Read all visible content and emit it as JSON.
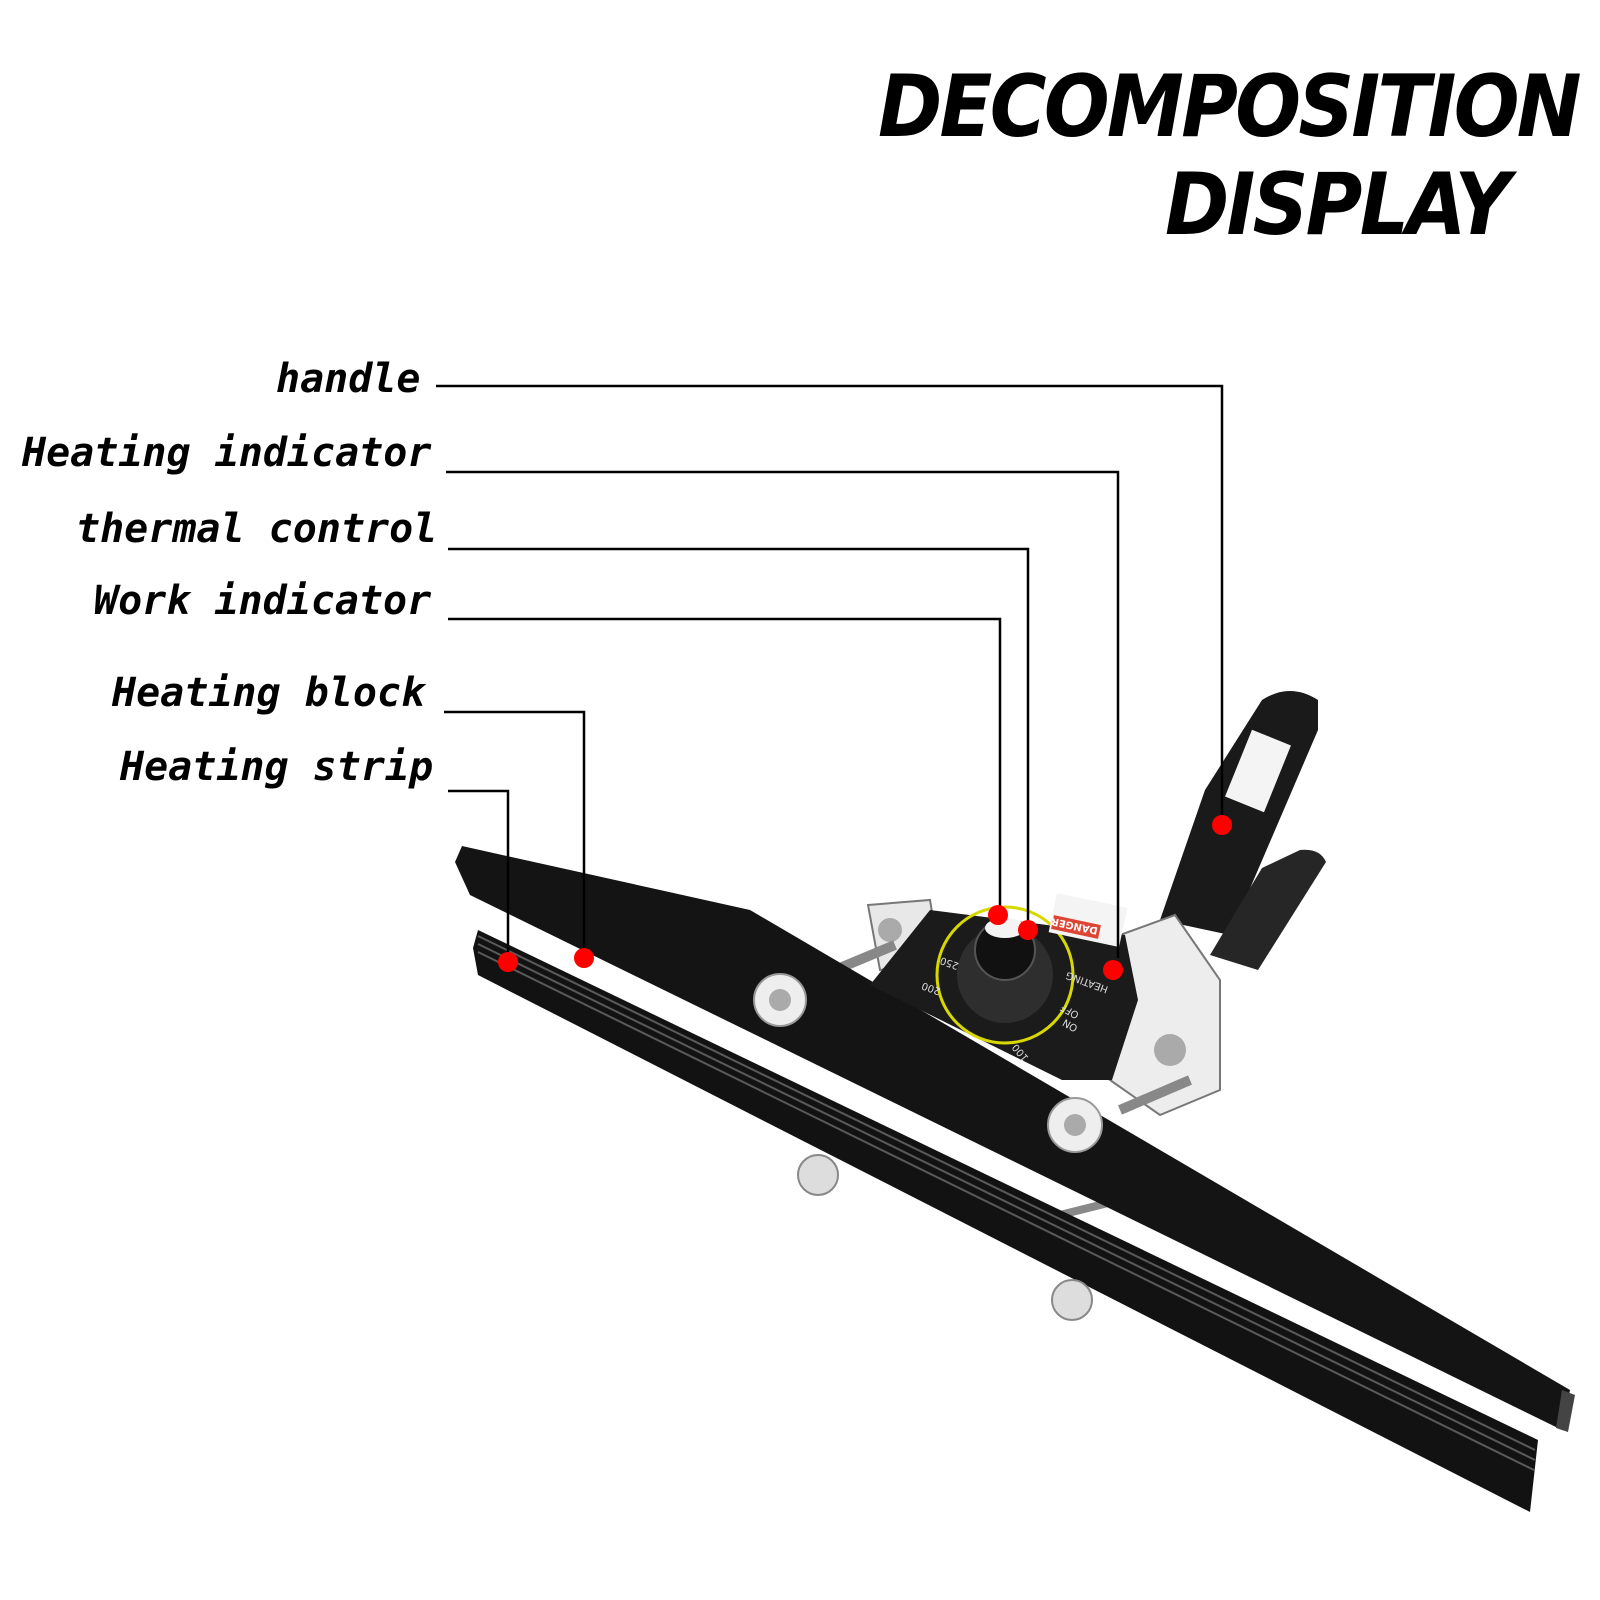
{
  "title": {
    "line1": "DECOMPOSITION",
    "line2": "DISPLAY"
  },
  "labels": {
    "handle": "handle",
    "heating_indicator": "Heating indicator",
    "thermal_control": "thermal control",
    "work_indicator": "Work indicator",
    "heating_block": "Heating block",
    "heating_strip": "Heating strip"
  },
  "device_text": {
    "danger": "DANGER",
    "heating": "HEATING",
    "off": "OFF",
    "on": "ON",
    "dial_100": "100",
    "dial_200": "200",
    "dial_250": "250"
  },
  "colors": {
    "marker": "#ff0000",
    "device": "#151515",
    "leader": "#000000"
  }
}
